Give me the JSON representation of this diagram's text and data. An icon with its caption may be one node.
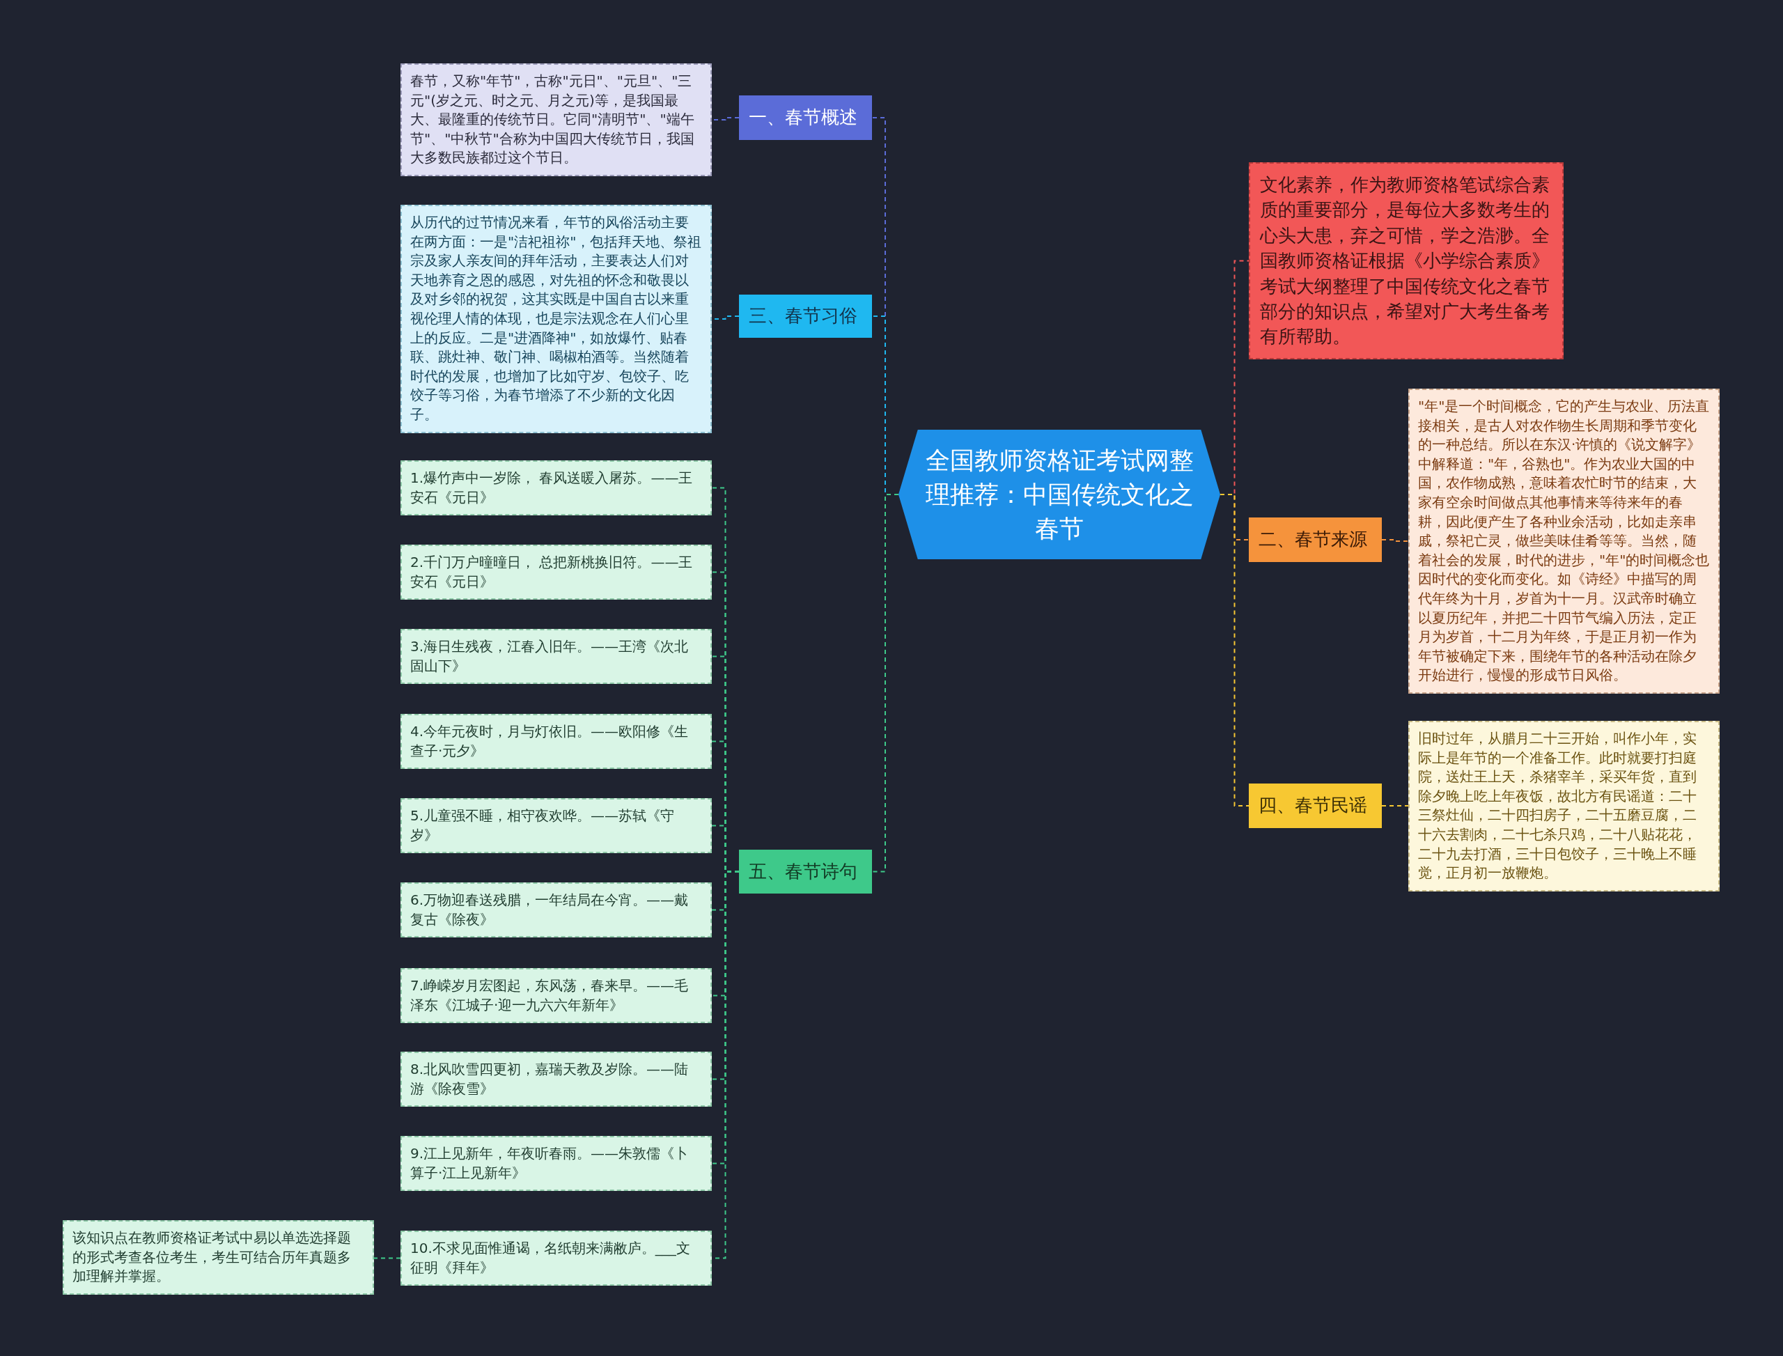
{
  "diagram": {
    "nodes": [
      {
        "text": [
          "全国教师资格证考试网整理推荐：中国传统文化之春节"
        ]
      },
      {
        "text": [
          "一、春节概述"
        ]
      },
      {
        "text": [
          "春节，又称\"年节\"，古称\"元日\"、\"元旦\"、\"三元\"(岁之元、时之元、月之元)等，是我国最大、最隆重的传统节日。它同\"清明节\"、\"端午节\"、\"中秋节\"合称为中国四大传统节日，我国大多数民族都过这个节日。"
        ]
      },
      {
        "text": [
          "三、春节习俗"
        ]
      },
      {
        "text": [
          "从历代的过节情况来看，年节的风俗活动主要在两方面：一是\"洁祀祖祢\"，包括拜天地、祭祖宗及家人亲友间的拜年活动，主要表达人们对天地养育之恩的感恩，对先祖的怀念和敬畏以及对乡邻的祝贺，这其实既是中国自古以来重视伦理人情的体现，也是宗法观念在人们心里上的反应。二是\"进酒降神\"，如放爆竹、贴春联、跳灶神、敬门神、喝椒柏酒等。当然随着时代的发展，也增加了比如守岁、包饺子、吃饺子等习俗，为春节增添了不少新的文化因子。"
        ]
      },
      {
        "text": [
          "五、春节诗句"
        ]
      },
      {
        "text": [
          "1.爆竹声中一岁除， 春风送暖入屠苏。——王安石《元日》"
        ]
      },
      {
        "text": [
          "2.千门万户曈曈日， 总把新桃换旧符。——王安石《元日》"
        ]
      },
      {
        "text": [
          "3.海日生残夜，江春入旧年。——王湾《次北固山下》"
        ]
      },
      {
        "text": [
          "4.今年元夜时，月与灯依旧。——欧阳修《生查子·元夕》"
        ]
      },
      {
        "text": [
          "5.儿童强不睡，相守夜欢哗。——苏轼《守岁》"
        ]
      },
      {
        "text": [
          "6.万物迎春送残腊，一年结局在今宵。——戴复古《除夜》"
        ]
      },
      {
        "text": [
          "7.峥嵘岁月宏图起，东风荡，春来早。——毛泽东《江城子·迎一九六六年新年》"
        ]
      },
      {
        "text": [
          "8.北风吹雪四更初，嘉瑞天教及岁除。——陆游《除夜雪》"
        ]
      },
      {
        "text": [
          "9.江上见新年，年夜听春雨。——朱敦儒《卜算子·江上见新年》"
        ]
      },
      {
        "text": [
          "10.不求见面惟通谒，名纸朝来满敝庐。___文征明《拜年》"
        ]
      },
      {
        "text": [
          "该知识点在教师资格证考试中易以单选选择题的形式考查各位考生，考生可结合历年真题多加理解并掌握。"
        ]
      },
      {
        "text": [
          "文化素养，作为教师资格笔试综合素质的重要部分，是每位大多数考生的心头大患，弃之可惜，学之浩渺。全国教师资格证根据《小学综合素质》考试大纲整理了中国传统文化之春节部分的知识点，希望对广大考生备考有所帮助。"
        ]
      },
      {
        "text": [
          "二、春节来源"
        ]
      },
      {
        "text": [
          "\"年\"是一个时间概念，它的产生与农业、历法直接相关，是古人对农作物生长周期和季节变化的一种总结。所以在东汉·许慎的《说文解字》中解释道：\"年，谷熟也\"。作为农业大国的中国，农作物成熟，意味着农忙时节的结束，大家有空余时间做点其他事情来等待来年的春耕，因此便产生了各种业余活动，比如走亲串戚，祭祀亡灵，做些美味佳肴等等。当然，随着社会的发展，时代的进步，\"年\"的时间概念也因时代的变化而变化。如《诗经》中描写的周代年终为十月，岁首为十一月。汉武帝时确立以夏历纪年，并把二十四节气编入历法，定正月为岁首，十二月为年终，于是正月初一作为年节被确定下来，围绕年节的各种活动在除夕开始进行，慢慢的形成节日风俗。"
        ]
      },
      {
        "text": [
          "四、春节民谣"
        ]
      },
      {
        "text": [
          "旧时过年，从腊月二十三开始，叫作小年，实际上是年节的一个准备工作。此时就要打扫庭院，送灶王上天，杀猪宰羊，采买年货，直到除夕晚上吃上年夜饭，故北方有民谣道：二十三祭灶仙，二十四扫房子，二十五磨豆腐，二十六去割肉，二十七杀只鸡，二十八贴花花，二十九去打酒，三十日包饺子，三十晚上不睡觉，正月初一放鞭炮。"
        ]
      }
    ],
    "edges": [
      {
        "from": 0,
        "to": 1,
        "arrow": "none",
        "color": "#5b6cd8"
      },
      {
        "from": 1,
        "to": 2,
        "arrow": "none",
        "color": "#5b6cd8"
      },
      {
        "from": 0,
        "to": 3,
        "arrow": "none",
        "color": "#1fb8f0"
      },
      {
        "from": 3,
        "to": 4,
        "arrow": "none",
        "color": "#1fb8f0"
      },
      {
        "from": 0,
        "to": 5,
        "arrow": "none",
        "color": "#3ec98a"
      },
      {
        "from": 5,
        "to": 6,
        "arrow": "none",
        "color": "#3ec98a"
      },
      {
        "from": 5,
        "to": 7,
        "arrow": "none",
        "color": "#3ec98a"
      },
      {
        "from": 5,
        "to": 8,
        "arrow": "none",
        "color": "#3ec98a"
      },
      {
        "from": 5,
        "to": 9,
        "arrow": "none",
        "color": "#3ec98a"
      },
      {
        "from": 5,
        "to": 10,
        "arrow": "none",
        "color": "#3ec98a"
      },
      {
        "from": 5,
        "to": 11,
        "arrow": "none",
        "color": "#3ec98a"
      },
      {
        "from": 5,
        "to": 12,
        "arrow": "none",
        "color": "#3ec98a"
      },
      {
        "from": 5,
        "to": 13,
        "arrow": "none",
        "color": "#3ec98a"
      },
      {
        "from": 5,
        "to": 14,
        "arrow": "none",
        "color": "#3ec98a"
      },
      {
        "from": 5,
        "to": 15,
        "arrow": "none",
        "color": "#3ec98a"
      },
      {
        "from": 15,
        "to": 16,
        "arrow": "none",
        "color": "#3ec98a"
      },
      {
        "from": 0,
        "to": 17,
        "arrow": "none",
        "color": "#f25757"
      },
      {
        "from": 0,
        "to": 18,
        "arrow": "none",
        "color": "#f5933c"
      },
      {
        "from": 18,
        "to": 19,
        "arrow": "none",
        "color": "#f5933c"
      },
      {
        "from": 0,
        "to": 20,
        "arrow": "none",
        "color": "#f7c832"
      },
      {
        "from": 20,
        "to": 21,
        "arrow": "none",
        "color": "#f7c832"
      }
    ]
  }
}
